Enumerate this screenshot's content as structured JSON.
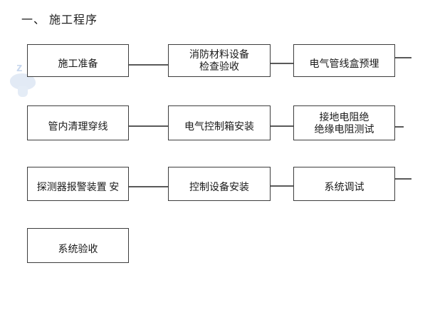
{
  "page": {
    "title": "一、 施工程序"
  },
  "watermark": {
    "letter": "z"
  },
  "flowchart": {
    "rows": [
      {
        "boxes": [
          {
            "label": "施工准备"
          },
          {
            "label": "消防材料设备\n检查验收"
          },
          {
            "label": "电气管线盒预埋"
          }
        ]
      },
      {
        "boxes": [
          {
            "label": "管内清理穿线"
          },
          {
            "label": "电气控制箱安装"
          },
          {
            "label": "接地电阻绝\n绝缘电阻测试"
          }
        ]
      },
      {
        "boxes": [
          {
            "label": "探测器报警装置 安"
          },
          {
            "label": "控制设备安装"
          },
          {
            "label": "系统调试"
          }
        ]
      },
      {
        "boxes": [
          {
            "label": "系统验收"
          }
        ]
      }
    ]
  },
  "colors": {
    "background": "#ffffff",
    "box_border": "#3d3d3d",
    "connector": "#5a5a5a",
    "text": "#1a1a1a",
    "watermark": "#dde7f3"
  }
}
